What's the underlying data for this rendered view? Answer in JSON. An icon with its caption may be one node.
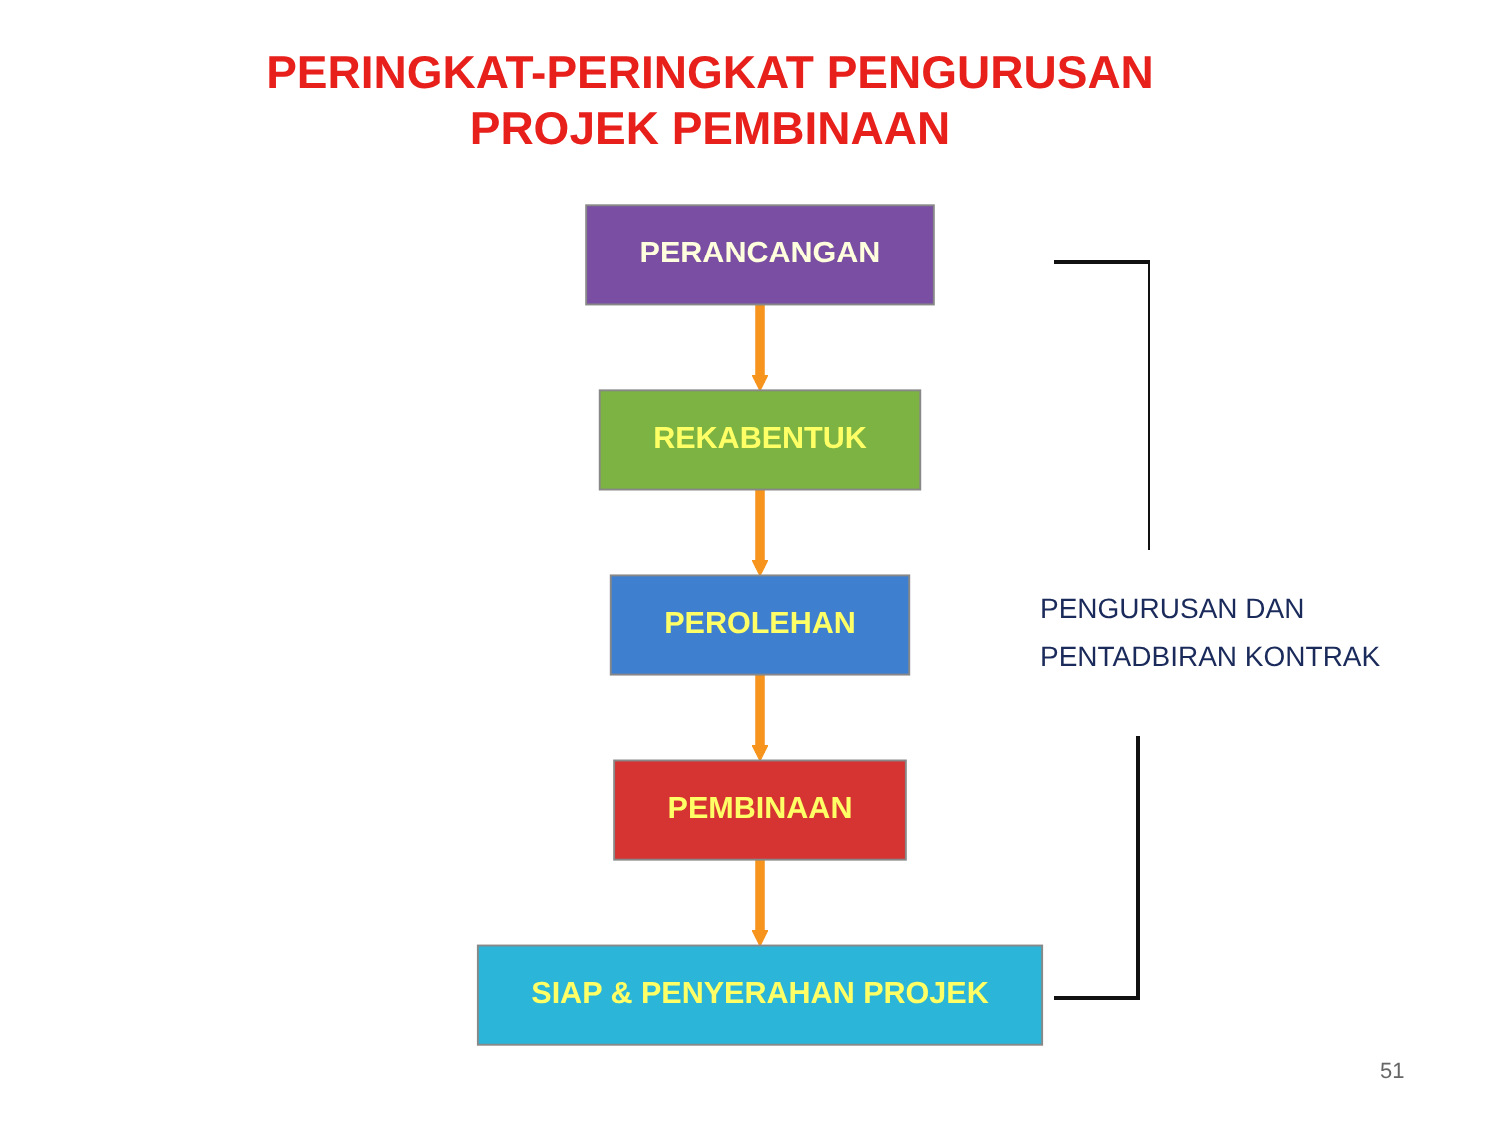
{
  "diagram": {
    "title": "PERINGKAT-PERINGKAT PENGURUSAN PROJEK PEMBINAAN",
    "nodes": [
      {
        "text": [
          "PERANCANGAN"
        ]
      },
      {
        "text": [
          "REKABENTUK"
        ]
      },
      {
        "text": [
          "PEROLEHAN"
        ]
      },
      {
        "text": [
          "PEMBINAAN"
        ]
      },
      {
        "text": [
          "SIAP & PENYERAHAN PROJEK"
        ]
      }
    ],
    "edges": [
      {
        "from": 0,
        "to": 1,
        "arrow": "to"
      },
      {
        "from": 1,
        "to": 2,
        "arrow": "to"
      },
      {
        "from": 2,
        "to": 3,
        "arrow": "to"
      },
      {
        "from": 3,
        "to": 4,
        "arrow": "to"
      }
    ],
    "labels": [
      "PENGURUSAN DAN PENTADBIRAN KONTRAK",
      "51"
    ]
  }
}
